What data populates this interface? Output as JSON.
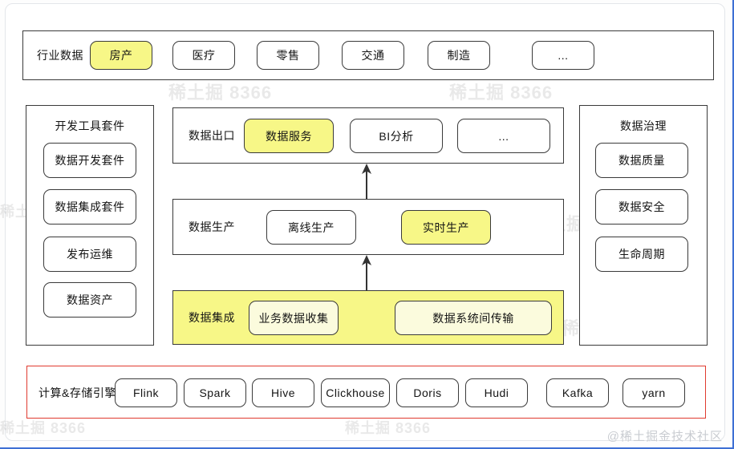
{
  "watermark": {
    "repeat_text": "稀土掘 8366",
    "credit": "@稀土掘金技术社区"
  },
  "colors": {
    "highlight": "#f7f787",
    "panel_border": "#3a3a3a",
    "engine_border": "#e03a2f",
    "background": "#ffffff"
  },
  "industry_row": {
    "label": "行业数据",
    "items": [
      {
        "label": "房产",
        "highlighted": true
      },
      {
        "label": "医疗",
        "highlighted": false
      },
      {
        "label": "零售",
        "highlighted": false
      },
      {
        "label": "交通",
        "highlighted": false
      },
      {
        "label": "制造",
        "highlighted": false
      },
      {
        "label": "...",
        "highlighted": false
      }
    ]
  },
  "dev_toolkit": {
    "title": "开发工具套件",
    "items": [
      {
        "label": "数据开发套件"
      },
      {
        "label": "数据集成套件"
      },
      {
        "label": "发布运维"
      },
      {
        "label": "数据资产"
      }
    ]
  },
  "data_export": {
    "label": "数据出口",
    "items": [
      {
        "label": "数据服务",
        "highlighted": true
      },
      {
        "label": "BI分析",
        "highlighted": false
      },
      {
        "label": "...",
        "highlighted": false
      }
    ]
  },
  "data_production": {
    "label": "数据生产",
    "items": [
      {
        "label": "离线生产",
        "highlighted": false
      },
      {
        "label": "实时生产",
        "highlighted": true
      }
    ]
  },
  "data_integration": {
    "label": "数据集成",
    "highlighted": true,
    "items": [
      {
        "label": "业务数据收集"
      },
      {
        "label": "数据系统间传输"
      }
    ]
  },
  "data_governance": {
    "title": "数据治理",
    "items": [
      {
        "label": "数据质量"
      },
      {
        "label": "数据安全"
      },
      {
        "label": "生命周期"
      }
    ]
  },
  "engine_row": {
    "label": "计算&存储引擎",
    "items": [
      {
        "label": "Flink"
      },
      {
        "label": "Spark"
      },
      {
        "label": "Hive"
      },
      {
        "label": "Clickhouse"
      },
      {
        "label": "Doris"
      },
      {
        "label": "Hudi"
      },
      {
        "label": "Kafka"
      },
      {
        "label": "yarn"
      }
    ]
  },
  "arrows": [
    {
      "name": "integration-to-production",
      "direction": "up"
    },
    {
      "name": "production-to-export",
      "direction": "up"
    }
  ]
}
